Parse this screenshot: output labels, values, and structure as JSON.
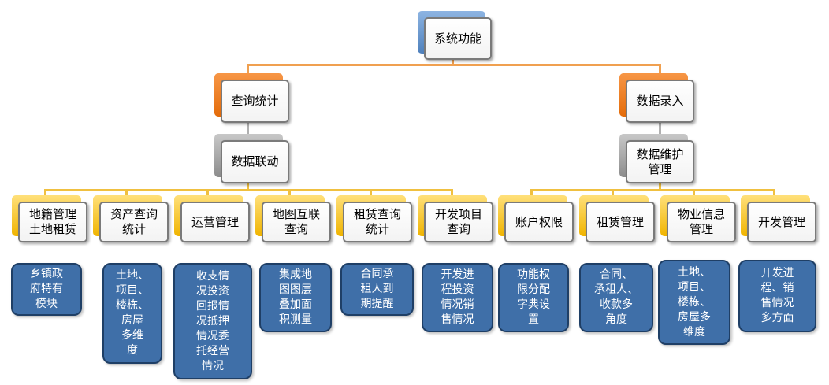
{
  "root": {
    "label": "系统功能"
  },
  "branches": {
    "query": {
      "label": "查询统计",
      "sub": "数据联动"
    },
    "entry": {
      "label": "数据录入",
      "sub": "数据维护\n管理"
    }
  },
  "modules": [
    {
      "label": "地籍管理\n土地租赁",
      "detail": "乡镇政\n府特有\n模块"
    },
    {
      "label": "资产查询\n统计",
      "detail": "土地、\n项目、\n楼栋、\n房屋\n多维\n度"
    },
    {
      "label": "运营管理",
      "detail": "收支情\n况投资\n回报情\n况抵押\n情况委\n托经营\n情况"
    },
    {
      "label": "地图互联\n查询",
      "detail": "集成地\n图图层\n叠加面\n积测量"
    },
    {
      "label": "租赁查询\n统计",
      "detail": "合同承\n租人到\n期提醒"
    },
    {
      "label": "开发项目\n查询",
      "detail": "开发进\n程投资\n情况销\n售情况"
    },
    {
      "label": "账户权限",
      "detail": "功能权\n限分配\n字典设\n置"
    },
    {
      "label": "租赁管理",
      "detail": "合同、\n承租人、\n收款多\n角度"
    },
    {
      "label": "物业信息\n管理",
      "detail": "土地、\n项目、\n楼栋、\n房屋多\n维度"
    },
    {
      "label": "开发管理",
      "detail": "开发进\n程、销\n售情况\n多方面"
    }
  ]
}
